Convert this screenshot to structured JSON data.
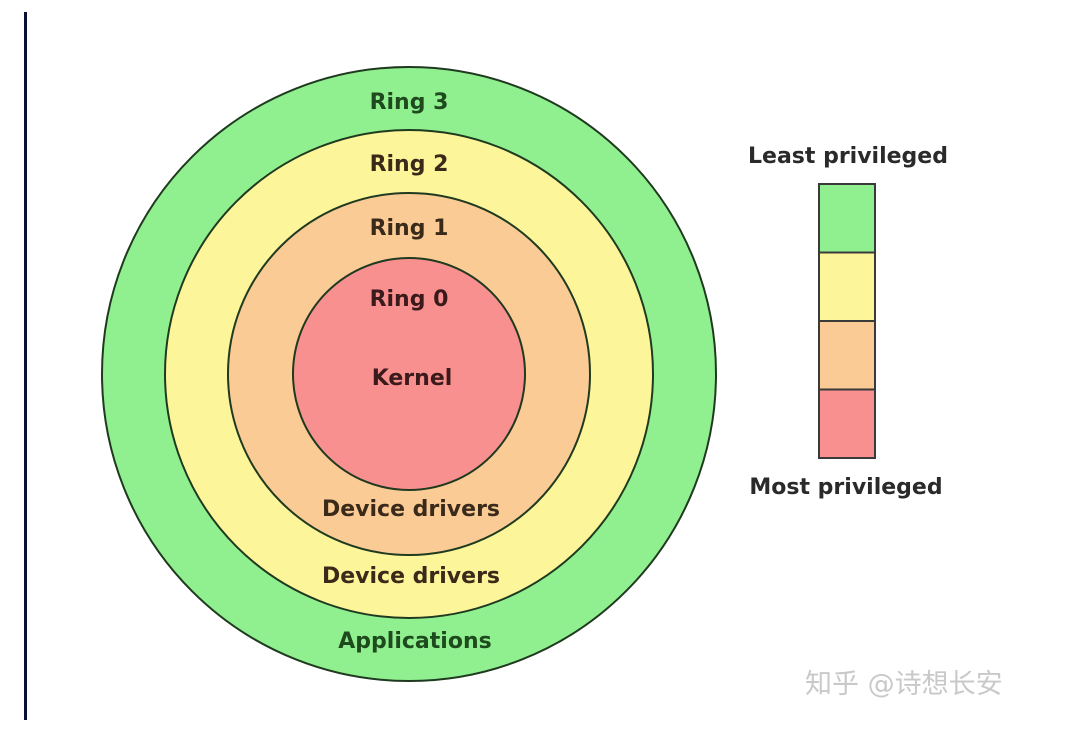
{
  "rings": [
    {
      "id": "ring3",
      "title": "Ring 3",
      "sublabel": "Applications",
      "color": "#90f090",
      "text_color": "#1e4a1e"
    },
    {
      "id": "ring2",
      "title": "Ring 2",
      "sublabel": "Device drivers",
      "color": "#fdf59a",
      "text_color": "#3a2a1a"
    },
    {
      "id": "ring1",
      "title": "Ring 1",
      "sublabel": "Device drivers",
      "color": "#fbcb96",
      "text_color": "#3a2a1a"
    },
    {
      "id": "ring0",
      "title": "Ring 0",
      "sublabel": "Kernel",
      "color": "#f89090",
      "text_color": "#3a1a1a"
    }
  ],
  "legend": {
    "top_label": "Least privileged",
    "bottom_label": "Most privileged",
    "colors": [
      "#90f090",
      "#fdf59a",
      "#fbcb96",
      "#f89090"
    ]
  },
  "watermark": "知乎 @诗想长安",
  "stroke_color": "#1f3a1f"
}
